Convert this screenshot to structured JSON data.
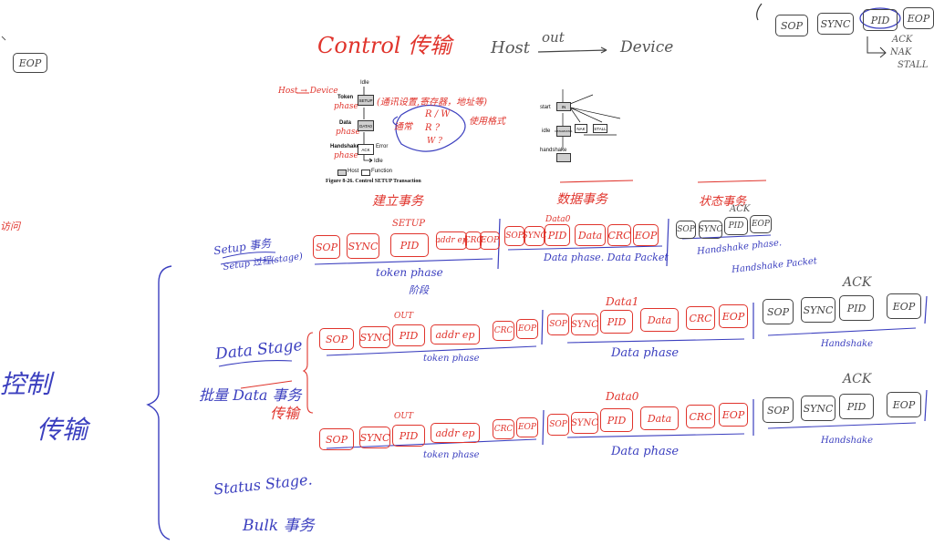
{
  "title": "Control 传输",
  "flow": {
    "from": "Host",
    "over": "out",
    "to": "Device"
  },
  "top_right": {
    "packets": [
      "SOP",
      "SYNC",
      "PID",
      "EOP"
    ],
    "handshake": [
      "ACK",
      "NAK",
      "STALL"
    ]
  },
  "left_eop": "EOP",
  "left_fragment": "访问",
  "figure": {
    "host_to_device": "Host → Device",
    "idle": "Idle",
    "token": "Token",
    "data": "Data",
    "handshake": "Handshake",
    "phase": "phase",
    "setup": "SETUP",
    "data0": "DATA0",
    "ack": "ACK",
    "error": "Error",
    "legend_host": "Host",
    "legend_function": "Function",
    "caption": "Figure 8-26.  Control SETUP Transaction",
    "note_top": "(通讯设置,寄存器，地址等)",
    "note_data": [
      "R / W",
      "R ?",
      "W ?"
    ],
    "note_side_left": "通常",
    "note_side_right": "使用格式",
    "below": "建立事务"
  },
  "figure2": {
    "below": "数据事务",
    "start": "start",
    "idle": "idle",
    "in": "IN",
    "data": "DATA0/DATA1",
    "nak": "NAK",
    "stall": "STALL",
    "handshake": "handshake"
  },
  "handshake_title": "状态事务",
  "left_side": {
    "setup_transaction": "Setup 事务",
    "setup_stage": "Setup 过程(stage)",
    "data_stage": "Data Stage",
    "bulk_data": "批量 Data 事务",
    "transfer": "传输",
    "control_a": "控制",
    "control_b": "传输",
    "status_stage": "Status Stage.",
    "bulk": "Bulk 事务"
  },
  "row1": {
    "token_label": "SETUP",
    "token": [
      "SOP",
      "SYNC",
      "PID",
      "addr ep",
      "CRC",
      "EOP"
    ],
    "token_caption": "token phase",
    "token_caption_sub": "阶段",
    "data_label": "Data0",
    "data": [
      "SOP",
      "SYNC",
      "PID",
      "Data",
      "CRC",
      "EOP"
    ],
    "data_caption": "Data phase. Data Packet",
    "hs_label": "ACK",
    "hs": [
      "SOP",
      "SYNC",
      "PID",
      "EOP"
    ],
    "hs_caption": "Handshake phase.",
    "hs_caption2": "Handshake Packet"
  },
  "row2": {
    "token_label": "OUT",
    "token": [
      "SOP",
      "SYNC",
      "PID",
      "addr ep",
      "CRC",
      "EOP"
    ],
    "token_caption": "token phase",
    "data_label": "Data1",
    "data": [
      "SOP",
      "SYNC",
      "PID",
      "Data",
      "CRC",
      "EOP"
    ],
    "data_caption": "Data phase",
    "hs_label": "ACK",
    "hs": [
      "SOP",
      "SYNC",
      "PID",
      "EOP"
    ],
    "hs_caption": "Handshake"
  },
  "row3": {
    "token_label": "OUT",
    "token": [
      "SOP",
      "SYNC",
      "PID",
      "addr ep",
      "CRC",
      "EOP"
    ],
    "token_caption": "token phase",
    "data_label": "Data0",
    "data": [
      "SOP",
      "SYNC",
      "PID",
      "Data",
      "CRC",
      "EOP"
    ],
    "data_caption": "Data phase",
    "hs_label": "ACK",
    "hs": [
      "SOP",
      "SYNC",
      "PID",
      "EOP"
    ],
    "hs_caption": "Handshake"
  },
  "colors": {
    "red": "#e0342c",
    "blue": "#3b3fbf",
    "gray": "#444444"
  }
}
